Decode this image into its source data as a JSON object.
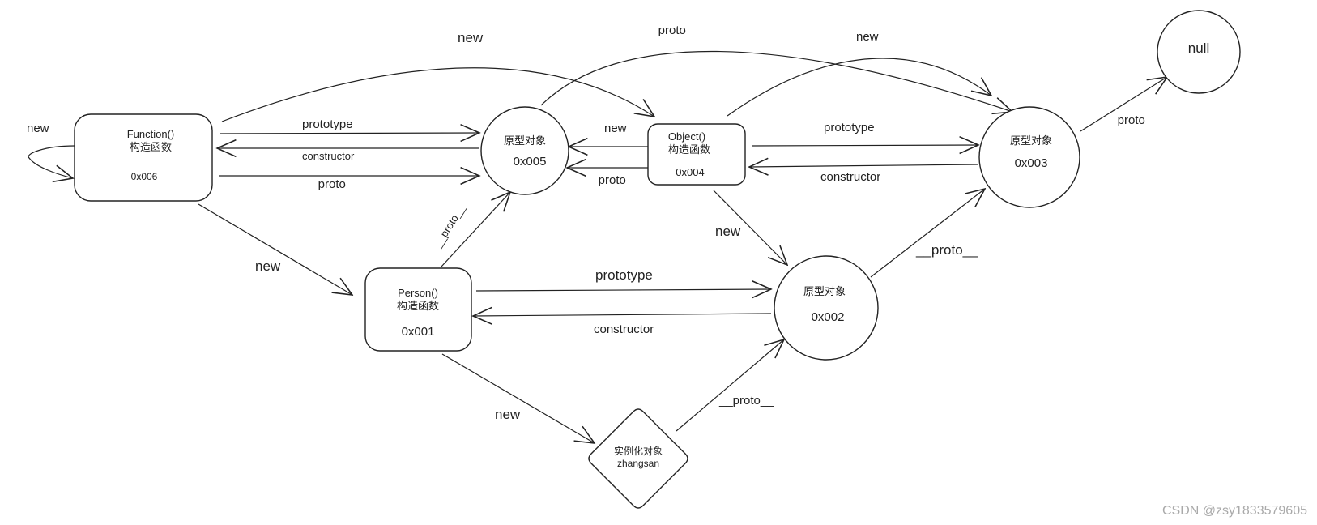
{
  "nodes": {
    "function_ctor": {
      "line1": "Function()",
      "line2": "构造函数",
      "addr": "0x006"
    },
    "proto_005": {
      "line1": "原型对象",
      "addr": "0x005"
    },
    "object_ctor": {
      "line1": "Object()",
      "line2": "构造函数",
      "addr": "0x004"
    },
    "proto_003": {
      "line1": "原型对象",
      "addr": "0x003"
    },
    "null_node": {
      "line1": "null"
    },
    "person_ctor": {
      "line1": "Person()",
      "line2": "构造函数",
      "addr": "0x001"
    },
    "proto_002": {
      "line1": "原型对象",
      "addr": "0x002"
    },
    "instance": {
      "line1": "实例化对象",
      "line2": "zhangsan"
    }
  },
  "edges": {
    "new_self": "new",
    "fn_new_object": "new",
    "fn_prototype": "prototype",
    "fn_constructor": "constructor",
    "fn_proto": "__proto__",
    "fn_new_person": "new",
    "p005_proto_top": "__proto__",
    "obj_new_top": "new",
    "obj_new_left": "new",
    "obj_proto_left": "__proto__",
    "obj_prototype": "prototype",
    "obj_constructor": "constructor",
    "p003_proto_null": "__proto__",
    "obj_new_p002": "new",
    "person_proto_p005": "__proto__",
    "person_prototype": "prototype",
    "person_constructor": "constructor",
    "p002_proto_p003": "__proto__",
    "person_new_instance": "new",
    "instance_proto": "__proto__"
  },
  "watermark": "CSDN @zsy1833579605"
}
